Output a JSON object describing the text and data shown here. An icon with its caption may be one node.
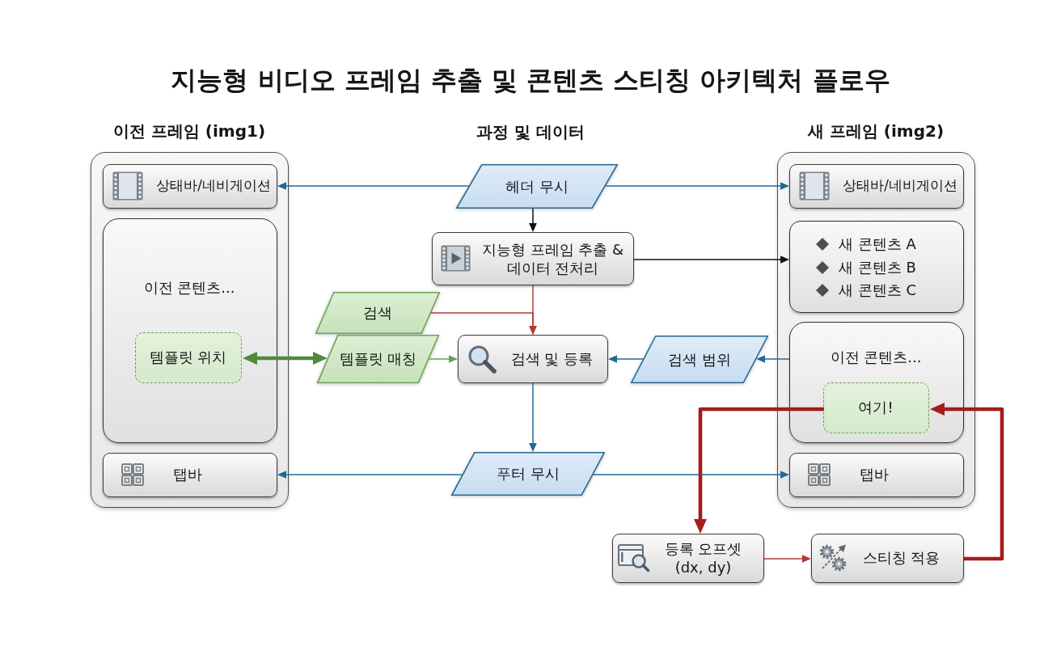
{
  "diagram": {
    "title": "지능형 비디오 프레임 추출 및 콘텐츠 스티칭 아키텍처 플로우",
    "nodes": [
      {
        "text": [
          "이전 프레임 (img1)"
        ]
      },
      {
        "text": [
          "상태바/네비게이션"
        ],
        "in": 0
      },
      {
        "text": [
          "이전 콘텐츠..."
        ],
        "in": 0
      },
      {
        "text": [
          "템플릿 위치"
        ],
        "in": 2
      },
      {
        "text": [
          "탭바"
        ],
        "in": 0
      },
      {
        "text": [
          "헤더 무시"
        ]
      },
      {
        "text": [
          "지능형 프레임 추출 & 데이터 전처리"
        ]
      },
      {
        "text": [
          "검색"
        ]
      },
      {
        "text": [
          "템플릿 매칭"
        ]
      },
      {
        "text": [
          "검색 및 등록"
        ]
      },
      {
        "text": [
          "검색 범위"
        ]
      },
      {
        "text": [
          "푸터 무시"
        ]
      },
      {
        "text": [
          "새 프레임 (img2)"
        ]
      },
      {
        "text": [
          "상태바/네비게이션"
        ],
        "in": 12
      },
      {
        "text": [
          "새 콘텐츠 A",
          "새 콘텐츠 B",
          "새 콘텐츠 C"
        ],
        "in": 12
      },
      {
        "text": [
          "이전 콘텐츠..."
        ],
        "in": 12
      },
      {
        "text": [
          "여기!"
        ],
        "in": 15
      },
      {
        "text": [
          "탭바"
        ],
        "in": 12
      },
      {
        "text": [
          "등록 오프셋 (dx, dy)"
        ]
      },
      {
        "text": [
          "스티칭 적용"
        ]
      }
    ],
    "edges": [
      {
        "from": 5,
        "to": 1,
        "arrow": "to"
      },
      {
        "from": 5,
        "to": 13,
        "arrow": "to"
      },
      {
        "from": 5,
        "to": 6,
        "arrow": "to",
        "color": "#111111"
      },
      {
        "from": 6,
        "to": 14,
        "arrow": "to",
        "color": "#111111"
      },
      {
        "from": 6,
        "to": 9,
        "arrow": "to",
        "color": "#b03a3a"
      },
      {
        "from": 7,
        "to": 9,
        "arrow": "to",
        "color": "#b03a3a"
      },
      {
        "from": 3,
        "to": 8,
        "arrow": "both",
        "style": "thick",
        "color": "#4f8a3c"
      },
      {
        "from": 8,
        "to": 9,
        "arrow": "to",
        "color": "#6a9e58"
      },
      {
        "from": 10,
        "to": 9,
        "arrow": "to"
      },
      {
        "from": 15,
        "to": 10,
        "arrow": "to"
      },
      {
        "from": 9,
        "to": 11,
        "arrow": "to"
      },
      {
        "from": 11,
        "to": 4,
        "arrow": "to"
      },
      {
        "from": 11,
        "to": 17,
        "arrow": "to"
      },
      {
        "from": 16,
        "to": 18,
        "arrow": "to",
        "style": "thick",
        "color": "#a51c1c"
      },
      {
        "from": 18,
        "to": 19,
        "arrow": "to",
        "color": "#b03a3a"
      },
      {
        "from": 19,
        "to": 16,
        "arrow": "to",
        "style": "thick",
        "color": "#a51c1c"
      }
    ],
    "labels": [
      "과정 및 데이터"
    ]
  }
}
